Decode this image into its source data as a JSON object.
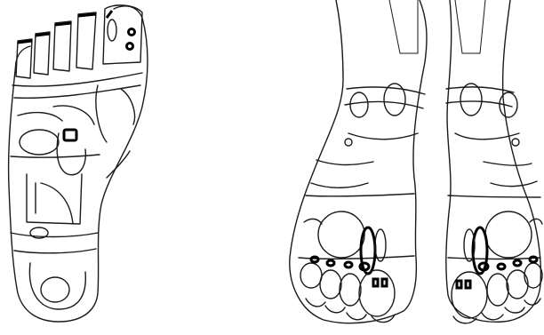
{
  "figure": {
    "panels": [
      {
        "name": "sole-view",
        "view": "plantar"
      },
      {
        "name": "top-view",
        "view": "dorsal-pair"
      }
    ],
    "stroke_color": "#1a1a1a",
    "background": "#ffffff"
  }
}
